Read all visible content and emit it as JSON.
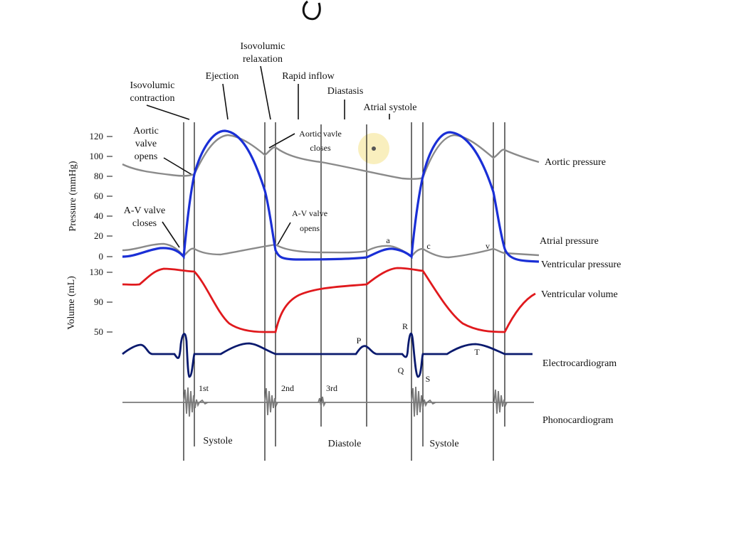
{
  "diagram": {
    "axes": {
      "pressure_label": "Pressure (mmHg)",
      "volume_label": "Volume (mL)",
      "pressure_ticks": [
        "120",
        "100",
        "80",
        "60",
        "40",
        "20",
        "0"
      ],
      "volume_ticks": [
        "130",
        "90",
        "50"
      ]
    },
    "phases": {
      "isovolumic_contraction": [
        "Isovolumic",
        "contraction"
      ],
      "ejection": "Ejection",
      "isovolumic_relaxation": [
        "Isovolumic",
        "relaxation"
      ],
      "rapid_inflow": "Rapid inflow",
      "diastasis": "Diastasis",
      "atrial_systole": "Atrial systole"
    },
    "events": {
      "aortic_valve_opens": [
        "Aortic",
        "valve",
        "opens"
      ],
      "aortic_valve_closes": [
        "Aortic vavle",
        "closes"
      ],
      "av_valve_closes": [
        "A-V valve",
        "closes"
      ],
      "av_valve_opens": [
        "A-V valve",
        "opens"
      ]
    },
    "waves": {
      "a": "a",
      "c": "c",
      "v": "v"
    },
    "ecg_waves": {
      "P": "P",
      "Q": "Q",
      "R": "R",
      "S": "S",
      "T": "T"
    },
    "heart_sounds": {
      "first": "1st",
      "second": "2nd",
      "third": "3rd"
    },
    "traces": {
      "aortic_pressure": "Aortic pressure",
      "atrial_pressure": "Atrial pressure",
      "ventricular_pressure": "Ventricular pressure",
      "ventricular_volume": "Ventricular volume",
      "ecg": "Electrocardiogram",
      "phono": "Phonocardiogram"
    },
    "periods": {
      "systole_1": "Systole",
      "diastole": "Diastole",
      "systole_2": "Systole"
    },
    "colors": {
      "aortic": "#8a8a8a",
      "atrial": "#8a8a8a",
      "ventricular_pressure": "#1a2fd6",
      "volume": "#e0191d",
      "ecg": "#0a1a6e",
      "phono": "#7a7a7a",
      "cursor": "#f5e6a3"
    }
  }
}
